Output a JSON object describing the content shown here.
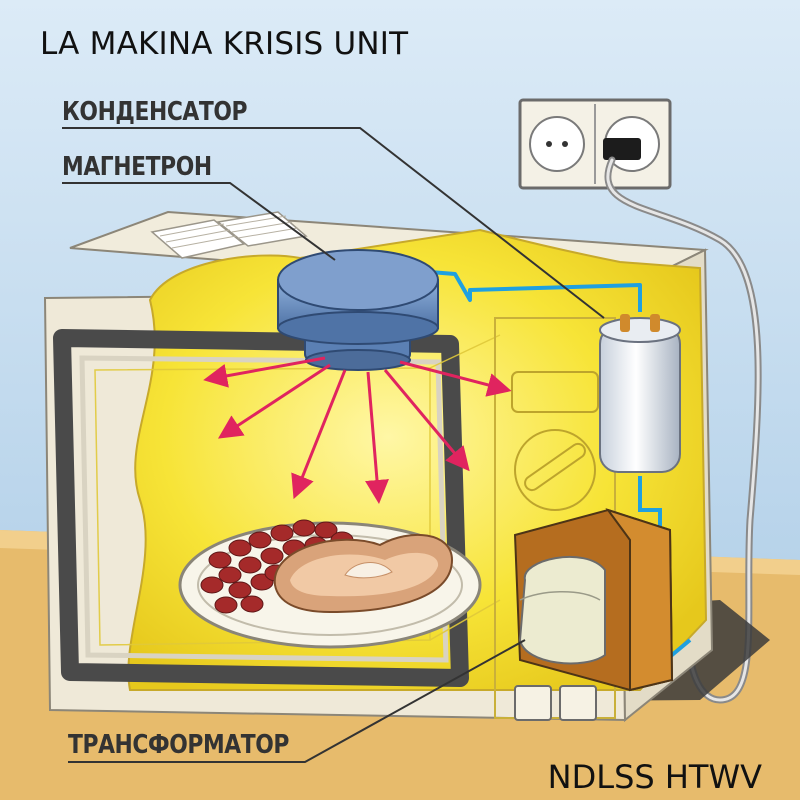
{
  "title": "LA MAKINA KRISIS UNIT",
  "labels": {
    "capacitor": "КОНДЕНСАТОР",
    "magnetron": "МАГНЕТРОН",
    "transformer": "ТРАНСФОРМАТОР"
  },
  "bottom_text": "NDLSS HTWV",
  "colors": {
    "background_top": "#c9dff0",
    "cabinet": "#efe9d9",
    "interior": "#f6e33a",
    "table": "#e9bd70",
    "waves": "#e0245f",
    "wiring": "#1fa0e0",
    "magnetron": "#6f93c3"
  }
}
